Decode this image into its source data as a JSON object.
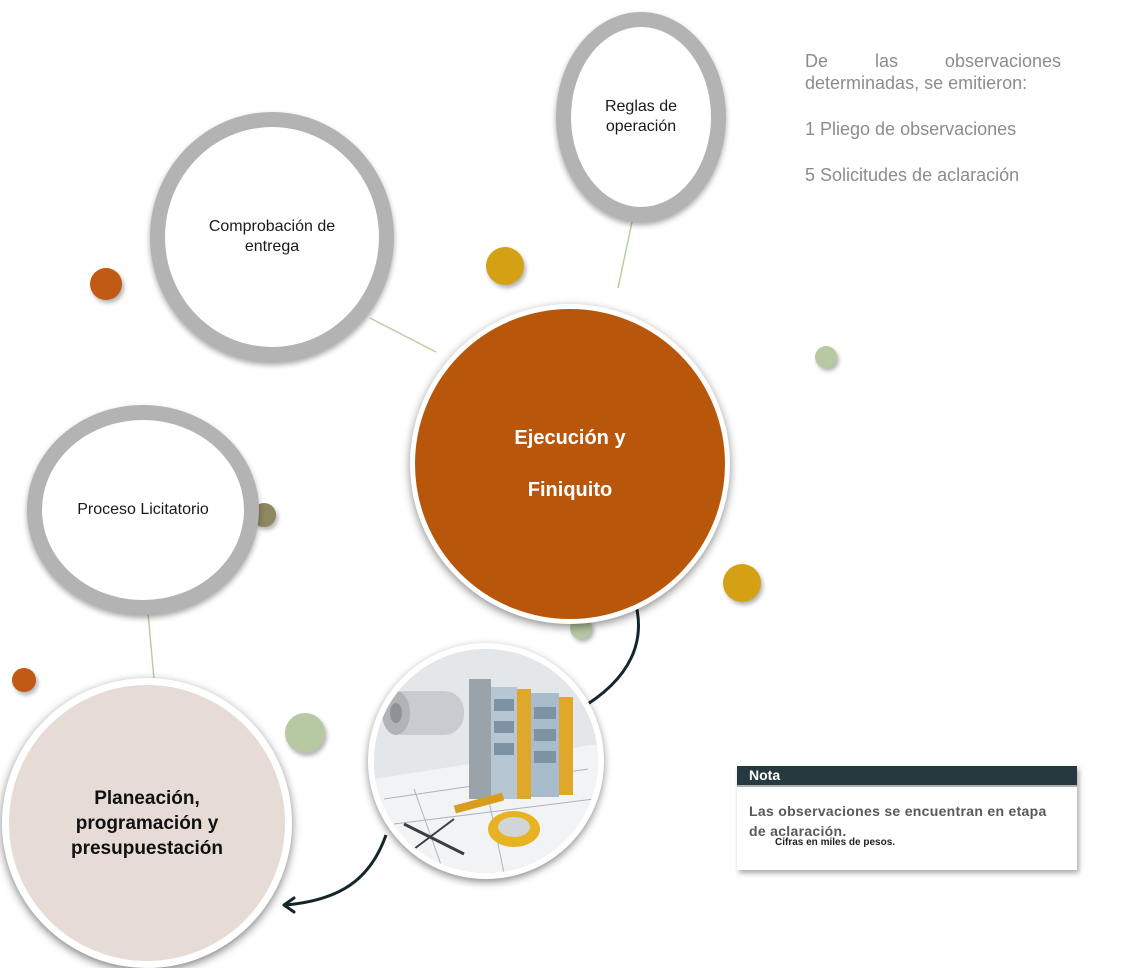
{
  "center_node": {
    "line1": "Ejecución y",
    "line2": "Finiquito"
  },
  "nodes": {
    "reglas": "Reglas de operación",
    "comprobacion": "Comprobación de entrega",
    "proceso": "Proceso Licitatorio",
    "planeacion": "Planeación, programación y presupuestación"
  },
  "observations": {
    "intro": "De las observaciones determinadas, se emitieron:",
    "items": [
      "1 Pliego de observaciones",
      "5 Solicitudes de aclaración"
    ]
  },
  "note": {
    "title": "Nota",
    "text": "Las observaciones se encuentran en etapa de aclaración."
  },
  "footnote": "Cifras en miles de pesos.",
  "colors": {
    "center_fill": "#b8560b",
    "ring_gray": "#b3b3b3",
    "planeacion_fill": "#e6dbd5",
    "dot_orange": "#c05a14",
    "dot_gold": "#d4a014",
    "dot_green": "#b7c9a3",
    "dot_olive": "#8f8760",
    "connector_green": "#b9cfa0",
    "arrow_dark": "#13272b",
    "note_header": "#25393f"
  },
  "icons": [
    "construction-blueprint-image",
    "arrow-head-icon"
  ]
}
